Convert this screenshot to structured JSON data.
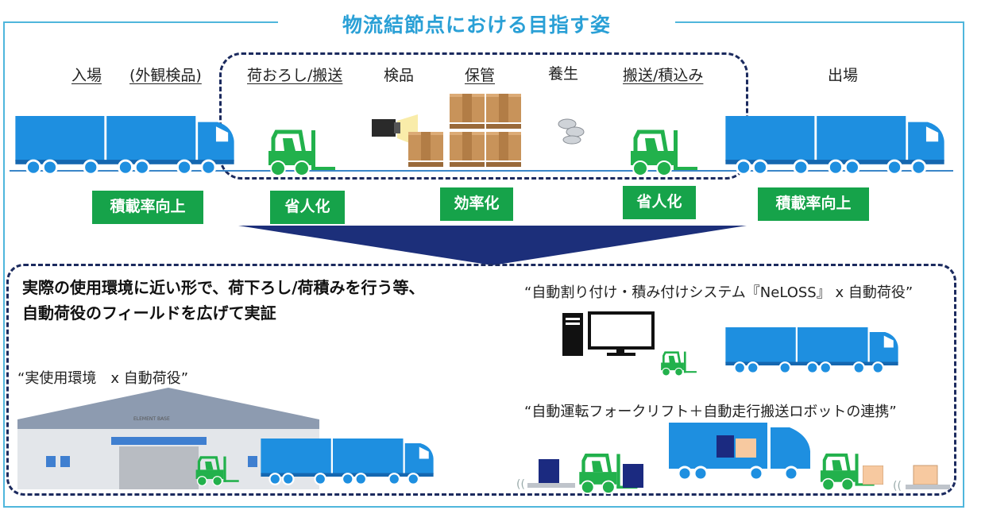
{
  "header": {
    "title": "物流結節点における目指す姿"
  },
  "stages": {
    "arrival": "入場",
    "inspection_external": "(外観検品)",
    "unloading": "荷おろし/搬送",
    "inspection": "検品",
    "storage": "保管",
    "curing": "養生",
    "loading": "搬送/積込み",
    "departure": "出場"
  },
  "badges": {
    "load_rate_left": "積載率向上",
    "labor_saving_left": "省人化",
    "efficiency": "効率化",
    "labor_saving_right": "省人化",
    "load_rate_right": "積載率向上"
  },
  "lower": {
    "headline_line1": "実際の使用環境に近い形で、荷下ろし/荷積みを行う等、",
    "headline_line2": "自動荷役のフィールドを広げて実証",
    "case_real_env": "“実使用環境　x 自動荷役”",
    "case_neloss": "“自動割り付け・積み付けシステム『NeLOSS』 x 自動荷役”",
    "case_forklift_robot": "“自動運転フォークリフト＋自動走行搬送ロボットの連携”",
    "warehouse_sign": "ELEMENT BASE"
  },
  "colors": {
    "title": "#2aa0d6",
    "truck": "#1e8fe0",
    "forklift": "#22b14c",
    "badge": "#16a34a",
    "dashed_border": "#1b2a5e",
    "box": "#c8935a",
    "cargo_dark": "#1b2a80",
    "cargo_light": "#f7c9a0"
  },
  "icons": [
    "truck-icon",
    "forklift-icon",
    "camera-icon",
    "pallet-box-icon",
    "wrap-film-icon",
    "computer-icon",
    "monitor-icon",
    "warehouse-icon",
    "agv-robot-icon"
  ]
}
